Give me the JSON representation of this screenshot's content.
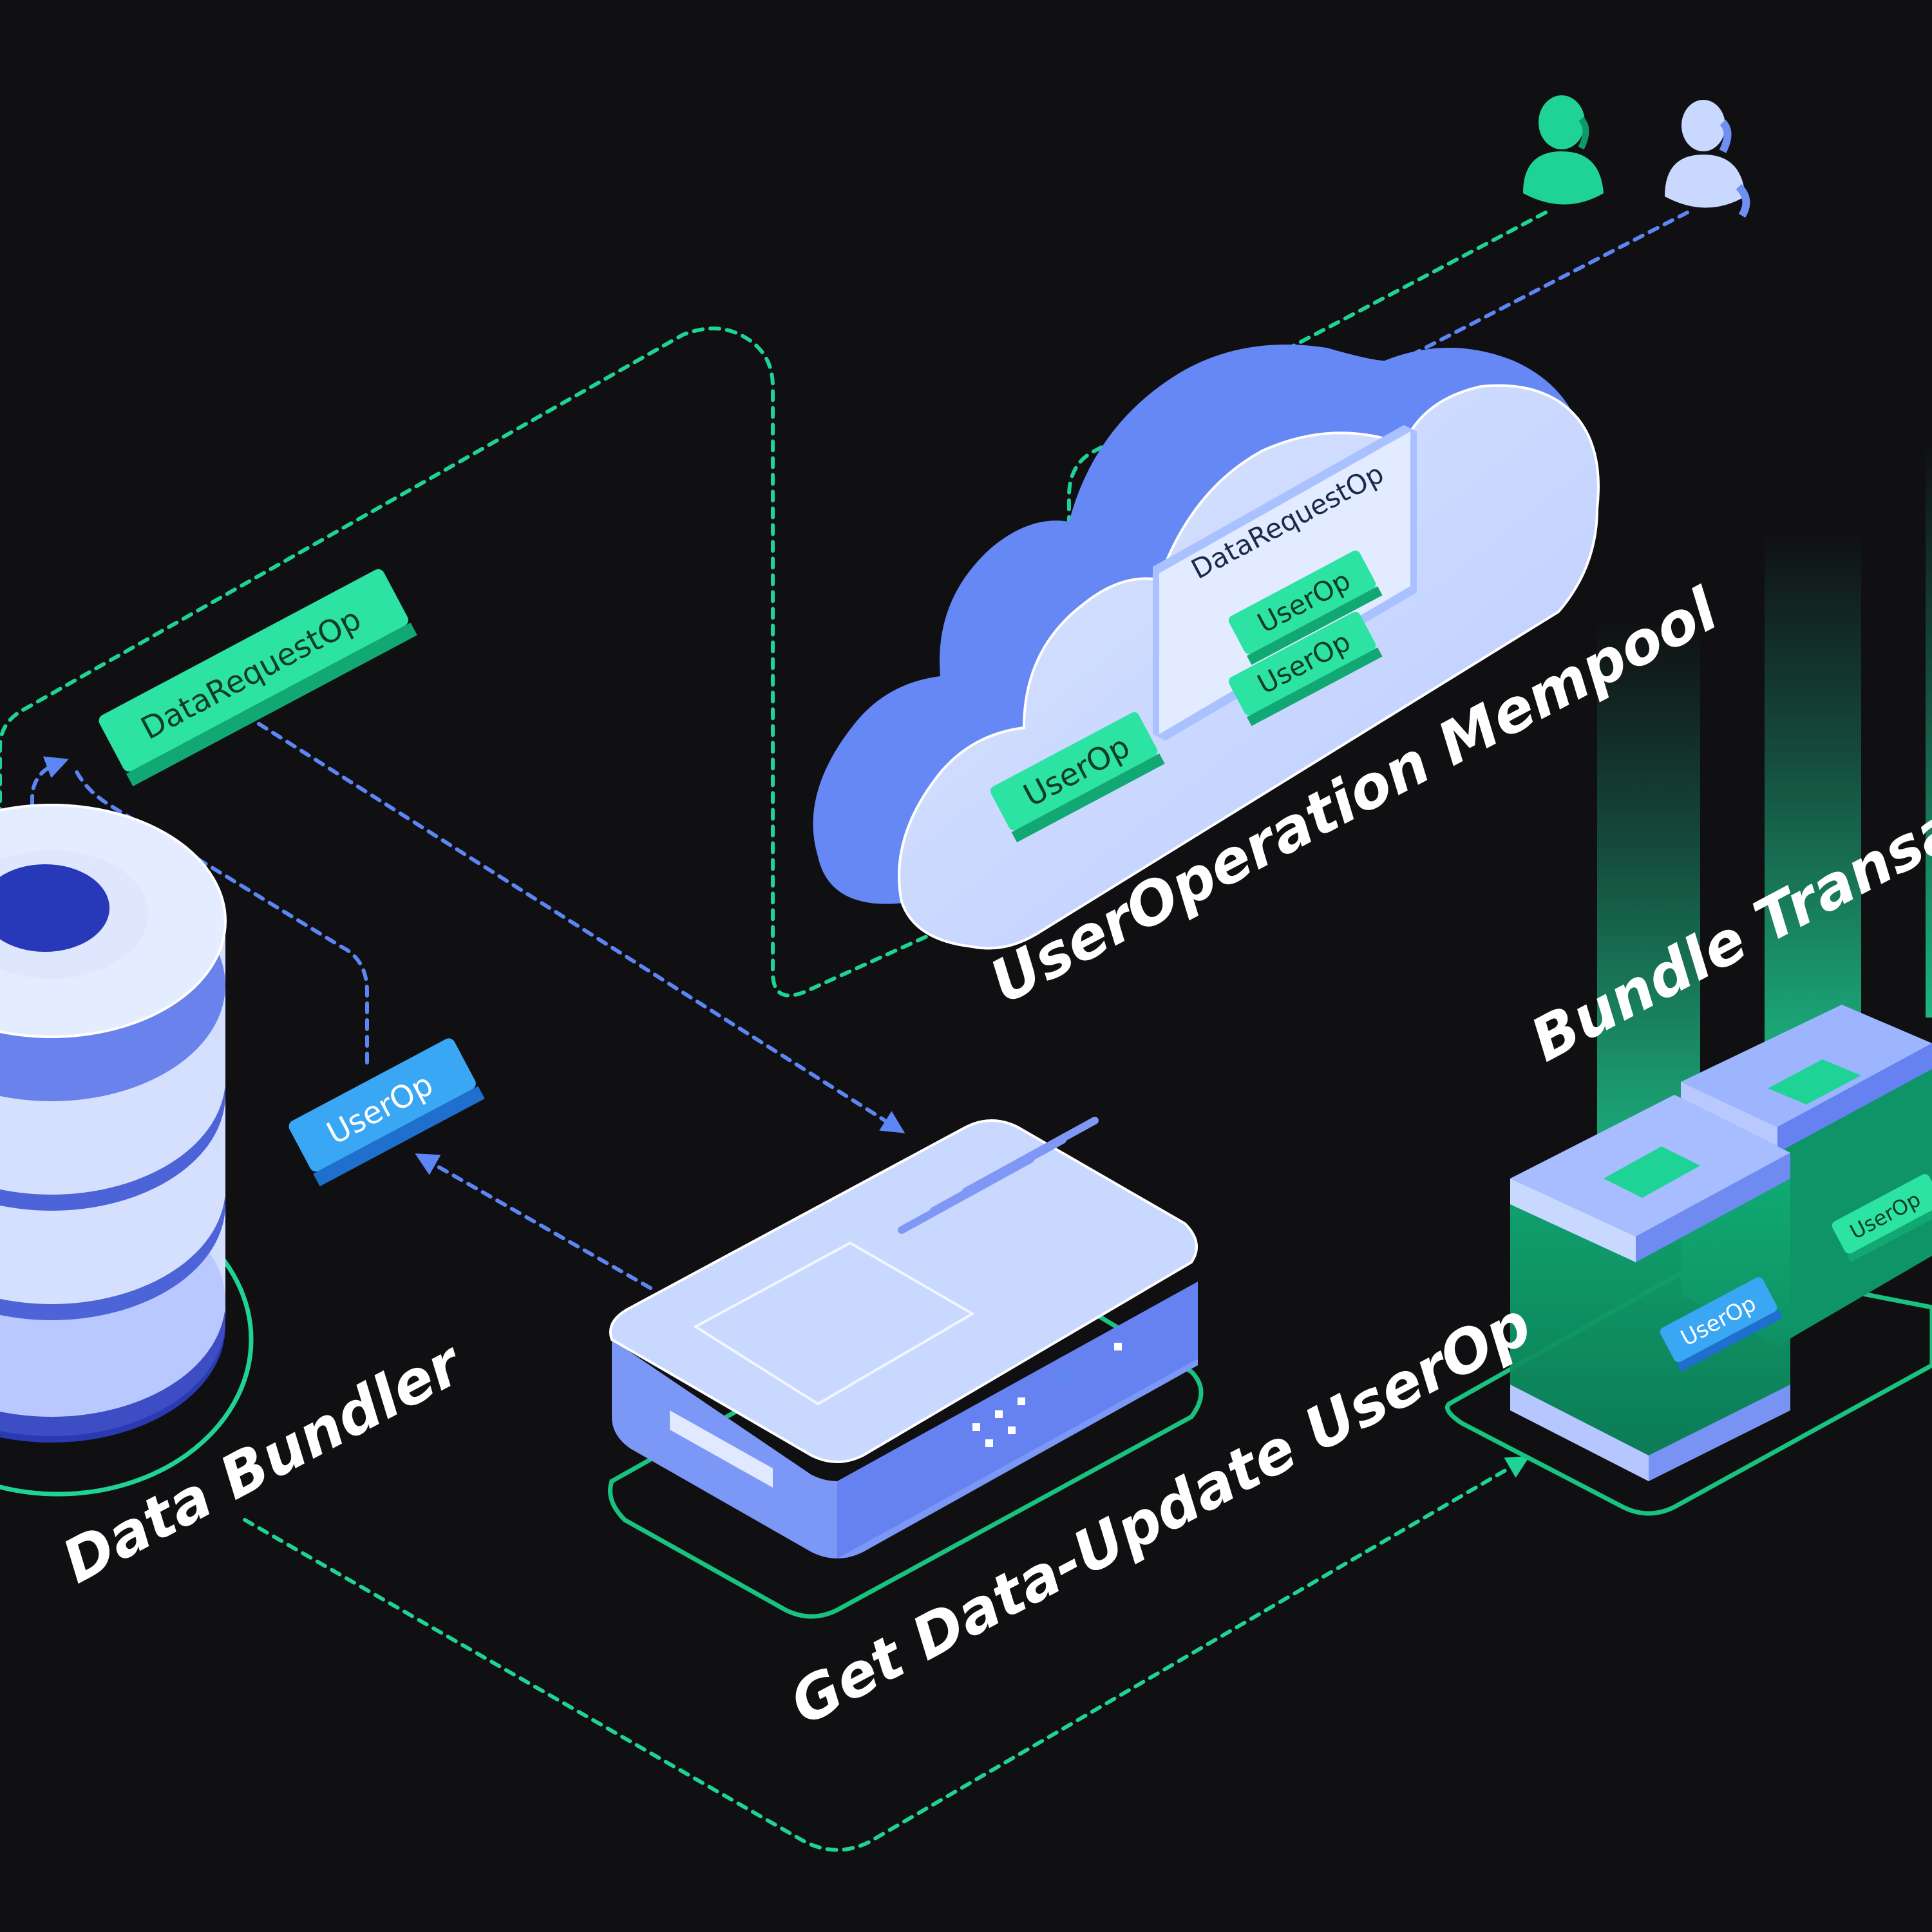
{
  "labels": {
    "data_bundler": "Data Bundler",
    "get_data_update": "Get Data-Update UserOp",
    "mempool": "UserOperation Mempool",
    "bundle_transaction": "Bundle Transaction"
  },
  "tags": {
    "data_request_left": "DataRequestOp",
    "userop_left": "UserOp",
    "cloud_data_request": "DataRequestOp",
    "cloud_userop_1": "UserOp",
    "cloud_userop_2": "UserOp",
    "cloud_userop_bottom": "UserOp",
    "block_userop_1": "UserOp",
    "block_userop_2": "UserOp"
  },
  "colors": {
    "background": "#100f12",
    "green": "#1fd396",
    "blue": "#5b86f4",
    "light_blue": "#c9d8ff",
    "tag_green": "#2de3a3",
    "tag_blue": "#3aa7f5"
  },
  "icons": [
    "user-icon-green",
    "user-icon-blue",
    "database-icon",
    "server-icon",
    "cloud-icon",
    "block-icon"
  ]
}
